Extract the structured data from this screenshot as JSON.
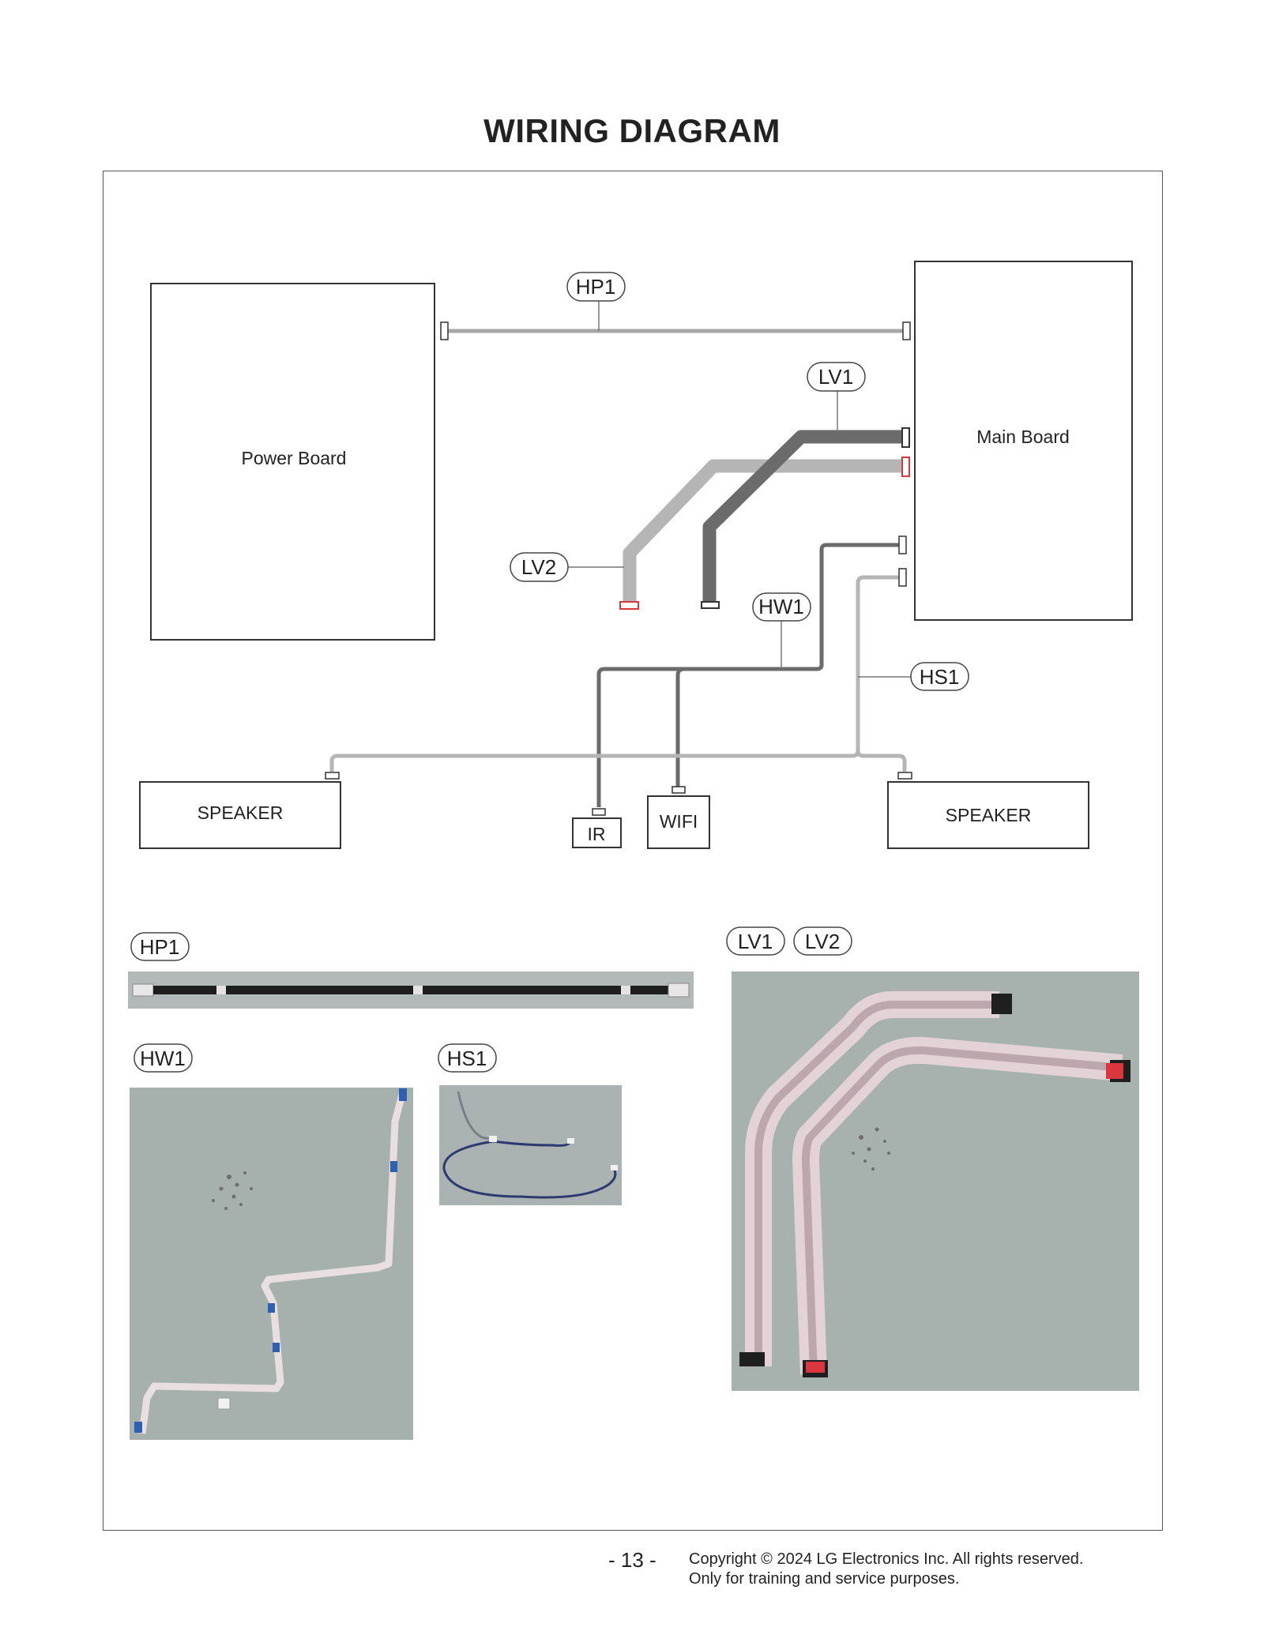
{
  "title": "WIRING DIAGRAM",
  "boards": {
    "power": "Power Board",
    "main": "Main Board"
  },
  "components": {
    "speaker_left": "SPEAKER",
    "speaker_right": "SPEAKER",
    "ir": "IR",
    "wifi": "WIFI"
  },
  "cables": {
    "hp1": "HP1",
    "lv1": "LV1",
    "lv2": "LV2",
    "hw1": "HW1",
    "hs1": "HS1"
  },
  "photo_labels": {
    "hp1": "HP1",
    "lv1": "LV1",
    "lv2": "LV2",
    "hw1": "HW1",
    "hs1": "HS1"
  },
  "colors": {
    "cable_light": "#a6a6a6",
    "cable_dark": "#6b6b6b",
    "connector_red": "#d9363e",
    "photo_background": "#a9b3b0"
  },
  "footer": {
    "page": "- 13 -",
    "copyright": "Copyright © 2024 LG Electronics Inc. All rights reserved.",
    "note": "Only for training and service purposes."
  }
}
